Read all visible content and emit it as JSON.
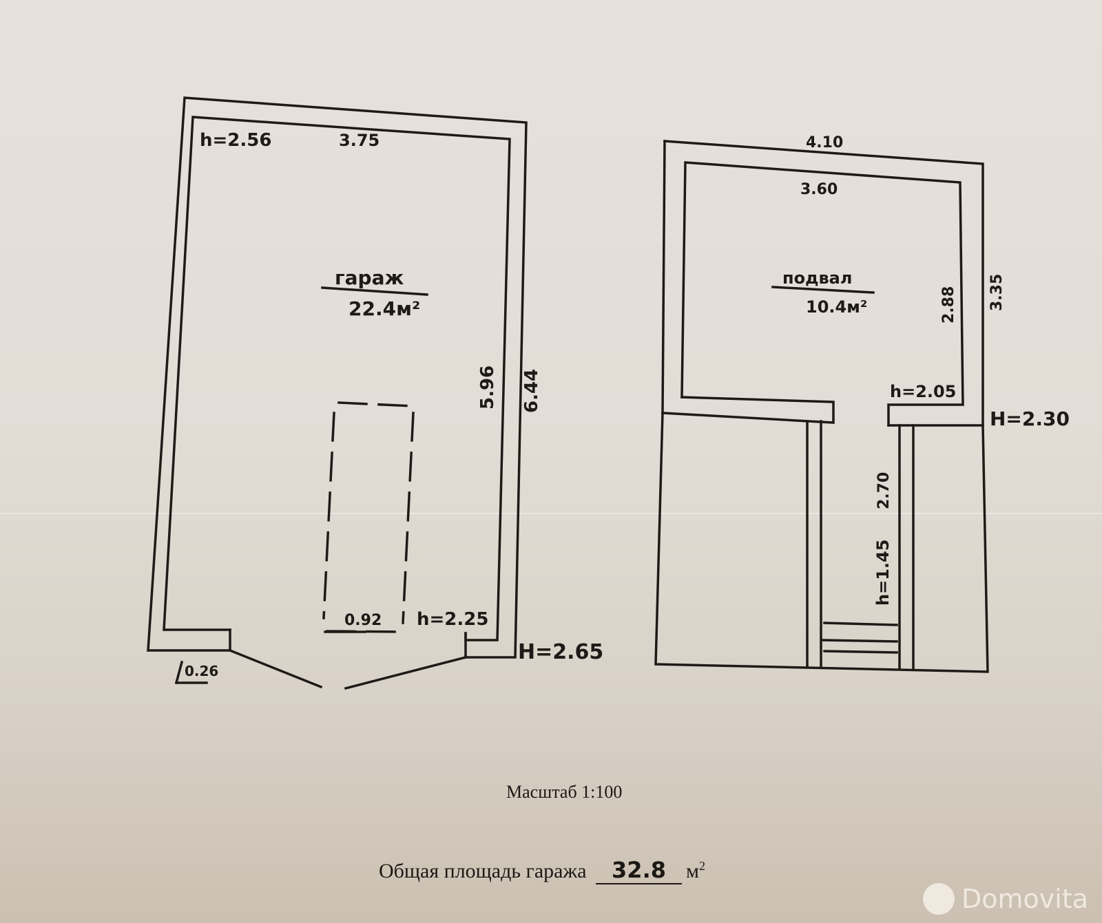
{
  "garage_plan": {
    "room_name": "гараж",
    "area": "22.4м²",
    "height_inner": "h=2.56",
    "width_inner": "3.75",
    "length_inner": "5.96",
    "length_outer": "6.44",
    "pit_width": "0.92",
    "pit_height": "h=2.25",
    "height_outer": "H=2.65",
    "wall_thickness": "0.26"
  },
  "basement_plan": {
    "room_name": "подвал",
    "area": "10.4м²",
    "width_outer": "4.10",
    "width_inner": "3.60",
    "length_inner": "2.88",
    "length_outer": "3.35",
    "height_inner": "h=2.05",
    "height_outer": "H=2.30",
    "stair_length": "2.70",
    "stair_height": "h=1.45"
  },
  "footer": {
    "scale_label": "Масштаб 1:100",
    "total_label": "Общая площадь гаража",
    "total_value": "32.8",
    "total_unit": "м"
  },
  "watermark": {
    "brand": "Domovita"
  }
}
